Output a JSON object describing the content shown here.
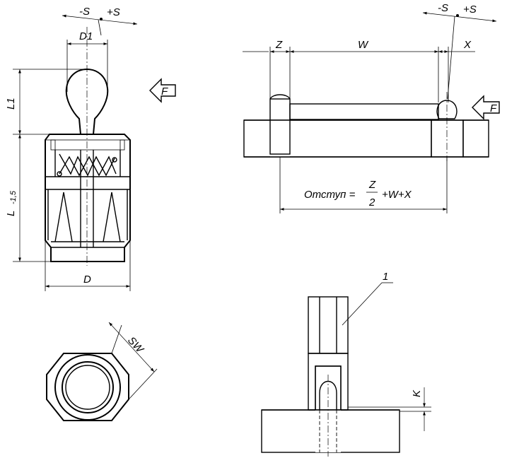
{
  "labels": {
    "minus_s": "-S",
    "plus_s": "+S",
    "d1": "D1",
    "l1": "L1",
    "l": "L",
    "l_tol": "-1,5",
    "d": "D",
    "f": "F",
    "z": "Z",
    "w": "W",
    "x": "X",
    "offset_prefix": "Отступ =",
    "frac_num": "Z",
    "frac_den": "2",
    "offset_suffix": "+W+X",
    "sw": "SW",
    "k": "K",
    "part_1": "1"
  }
}
